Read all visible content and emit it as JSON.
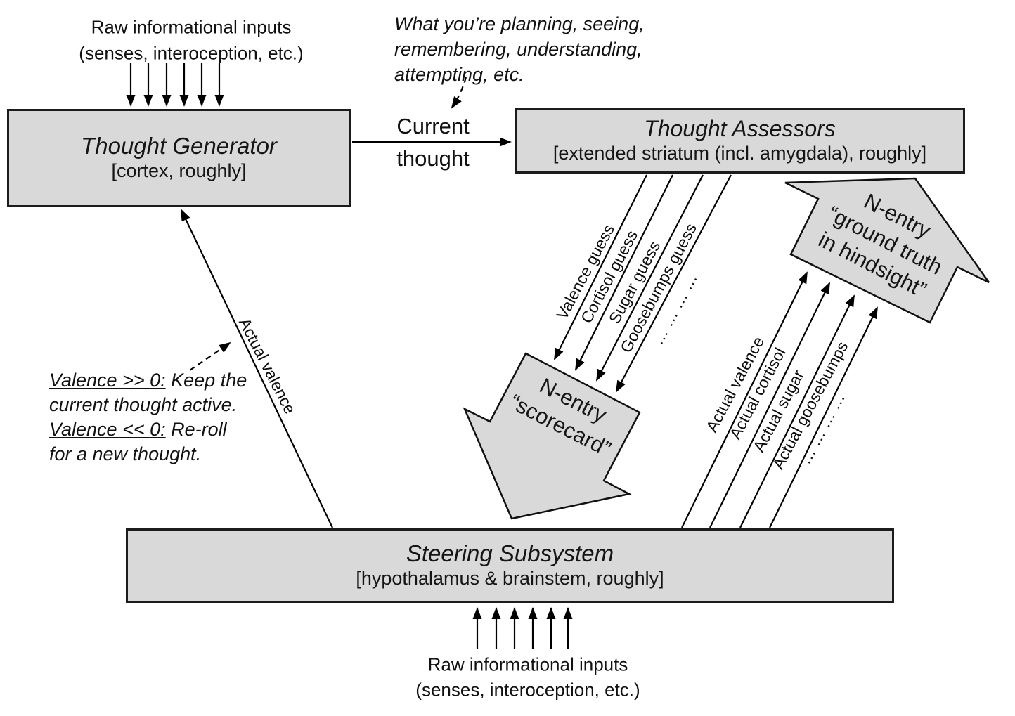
{
  "colors": {
    "box_fill": "#d9d9d9",
    "box_border": "#1c1c1c",
    "line": "#000000"
  },
  "top_input_label": {
    "line1": "Raw informational inputs",
    "line2": "(senses, interoception, etc.)"
  },
  "bottom_input_label": {
    "line1": "Raw informational inputs",
    "line2": "(senses, interoception, etc.)"
  },
  "thought_annotation": {
    "line1": "What you’re planning, seeing,",
    "line2": "remembering, understanding,",
    "line3": "attempting, etc."
  },
  "current_thought": {
    "line1": "Current",
    "line2": "thought"
  },
  "boxes": {
    "thought_generator": {
      "title": "Thought Generator",
      "subtitle": "[cortex, roughly]"
    },
    "thought_assessors": {
      "title": "Thought Assessors",
      "subtitle": "[extended striatum (incl. amygdala), roughly]"
    },
    "steering_subsystem": {
      "title": "Steering Subsystem",
      "subtitle": "[hypothalamus & brainstem, roughly]"
    }
  },
  "guess_arrows": {
    "labels": [
      "Valence guess",
      "Cortisol guess",
      "Sugar guess",
      "Goosebumps guess"
    ],
    "dots": "…  …  …  …"
  },
  "actual_arrows": {
    "labels": [
      "Actual valence",
      "Actual cortisol",
      "Actual sugar",
      "Actual goosebumps"
    ],
    "dots": "…  …  …  …"
  },
  "scorecard_arrow": {
    "line1": "N-entry",
    "line2": "“scorecard”"
  },
  "ground_truth_arrow": {
    "line1": "N-entry",
    "line2": "“ground truth",
    "line3": "in hindsight”"
  },
  "valence_feedback_label": "Actual valence",
  "valence_note": {
    "line1_underlined": "Valence >> 0:",
    "line1_rest": " Keep the",
    "line2": "current thought active.",
    "line3_underlined": "Valence << 0:",
    "line3_rest": " Re-roll",
    "line4": "for a new thought."
  }
}
